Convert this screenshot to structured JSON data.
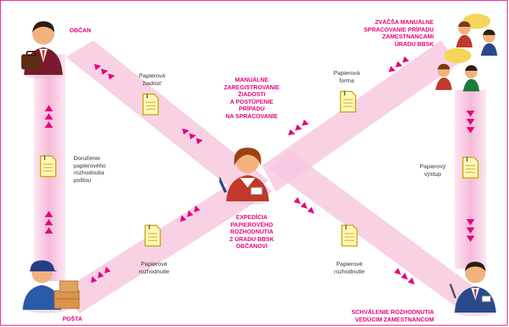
{
  "actors": {
    "citizen": {
      "label": "OBČAN",
      "icon": "businessman-icon"
    },
    "clerks": {
      "label": [
        "ZVÄČŠA MANUÁLNE",
        "SPRACOVANIE PRÍPADU",
        "ZAMESTNANCAMI",
        "ÚRADU BBSK"
      ],
      "icon": "group-discussion-icon"
    },
    "expedition": {
      "label_top": [
        "MANUÁLNE",
        "ZAREGISTROVANIE",
        "ŽIADOSTI",
        "A POSTÚPENIE",
        "PRÍPADU",
        "NA SPRACOVANIE"
      ],
      "label_bottom": [
        "EXPEDÍCIA",
        "PAPIEROVÉHO",
        "ROZHODNUTIA",
        "Z ÚRADU BBSK",
        "OBČANOVI"
      ],
      "icon": "female-clerk-icon"
    },
    "post": {
      "label": "POŠTA",
      "icon": "postman-icon"
    },
    "manager": {
      "label": [
        "SCHVÁLENIE ROZHODNUTIA",
        "VEDÚCIM ZAMESTNANCOM"
      ],
      "icon": "manager-icon"
    }
  },
  "documents": {
    "paper_request": [
      "Papierová",
      "žiadosť"
    ],
    "paper_form": [
      "Papierová",
      "forma"
    ],
    "delivery": [
      "Doručenie",
      "papierového",
      "rozhodnutia",
      "poštou"
    ],
    "paper_output": [
      "Papierový",
      "výstup"
    ],
    "paper_decision_left": [
      "Papierové",
      "rozhodnutie"
    ],
    "paper_decision_right": [
      "Papierové",
      "rozhodnutie"
    ]
  },
  "colors": {
    "accent": "#e6007e",
    "band": "#f7c9e0",
    "arrow": "#e6007e",
    "doc_fill": "#fff6b8",
    "doc_stroke": "#c8a200"
  }
}
